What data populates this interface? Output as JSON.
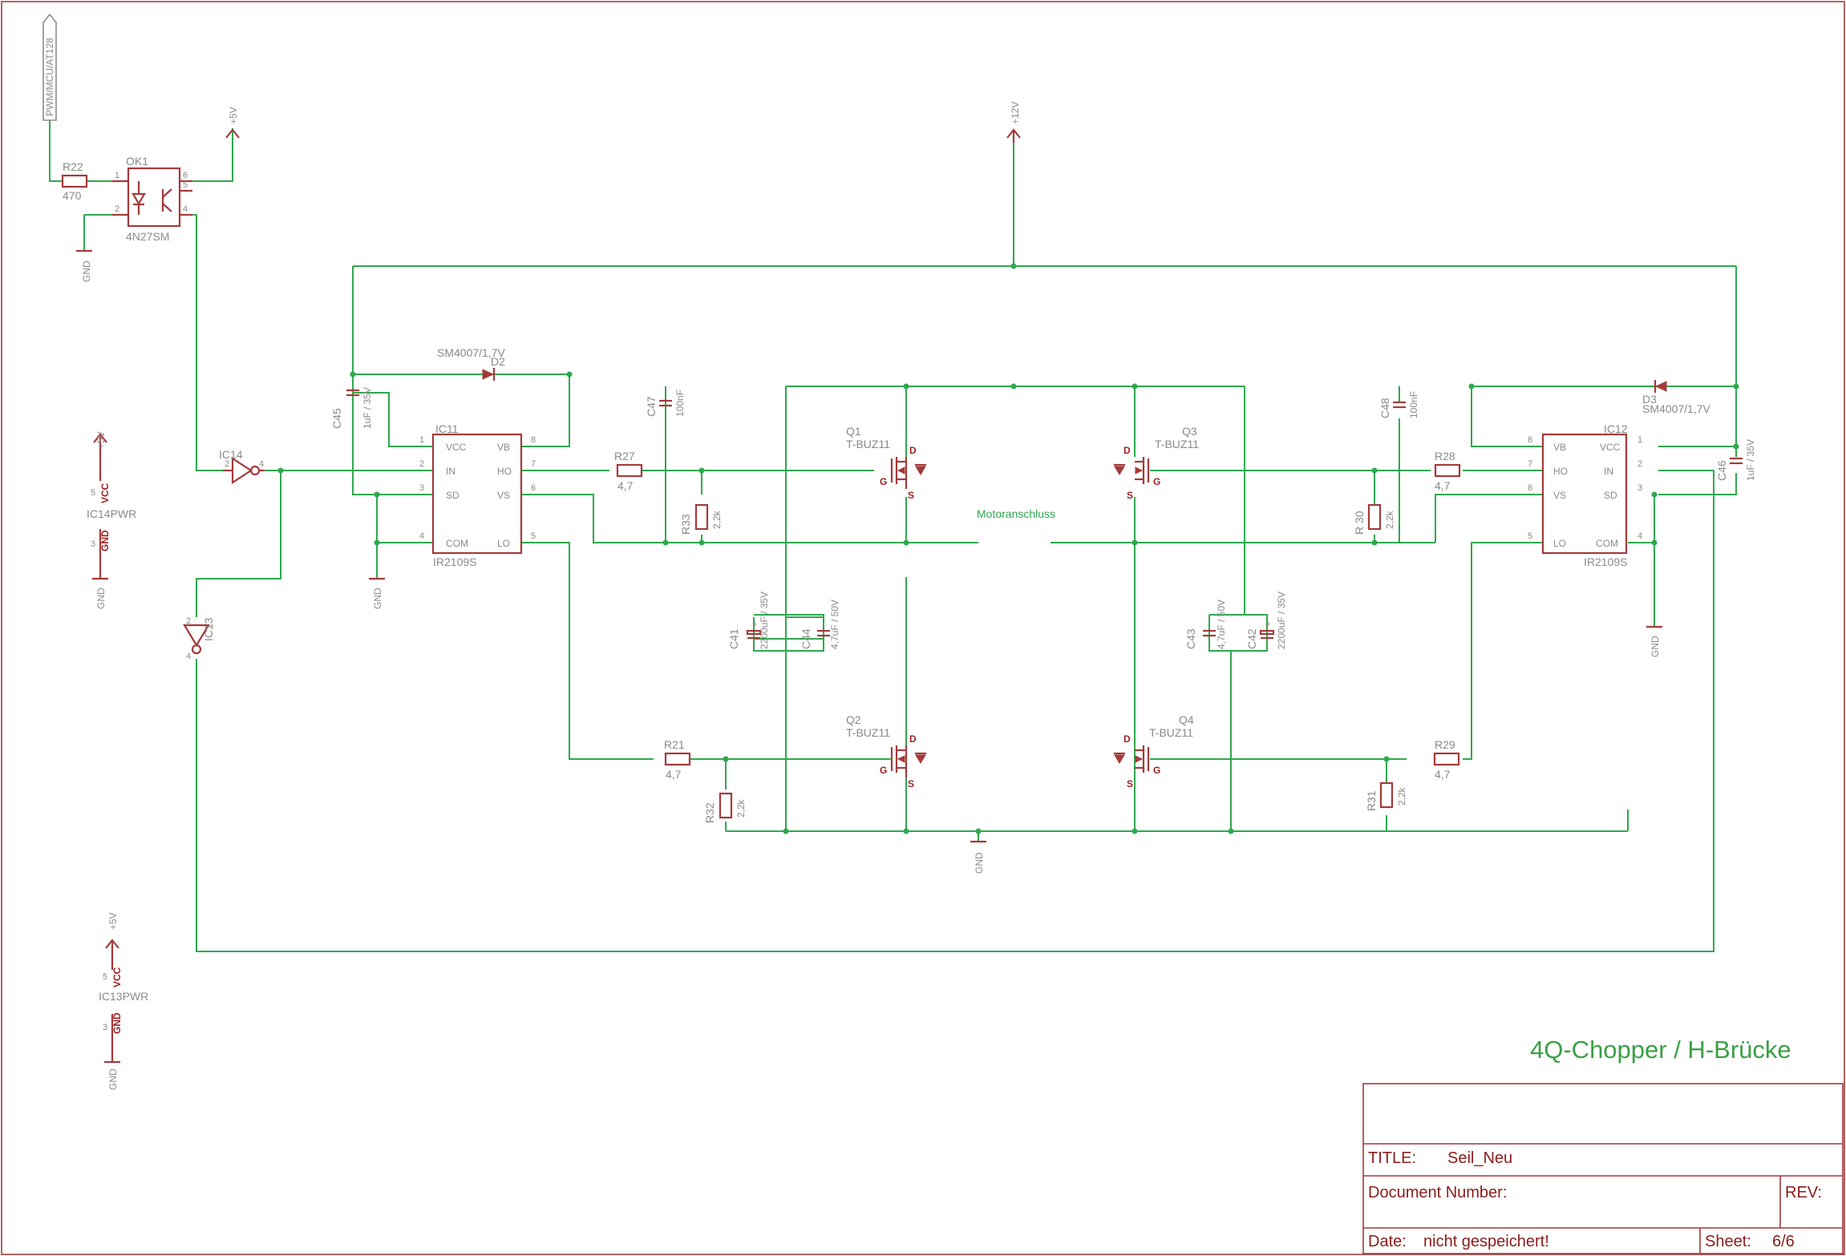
{
  "drawing_title": "4Q-Chopper / H-Brücke",
  "net_label": "Motoranschluss",
  "title_block": {
    "title_label": "TITLE:",
    "title_value": "Seil_Neu",
    "docnum_label": "Document Number:",
    "rev_label": "REV:",
    "date_label": "Date:",
    "date_value": "nicht gespeichert!",
    "sheet_label": "Sheet:",
    "sheet_value": "6/6"
  },
  "supplies": {
    "p12v": "+12V",
    "p5v": "+5V",
    "gnd": "GND",
    "vcc": "VCC",
    "pwm": "PWM/MCU/AT128"
  },
  "components": {
    "r22": {
      "name": "R22",
      "value": "470"
    },
    "ok1": {
      "name": "OK1",
      "value": "4N27SM"
    },
    "ic14": {
      "name": "IC14"
    },
    "ic13": {
      "name": "IC13"
    },
    "ic14pwr": {
      "name": "IC14PWR"
    },
    "ic13pwr": {
      "name": "IC13PWR"
    },
    "ic11": {
      "name": "IC11",
      "value": "IR2109S"
    },
    "ic12": {
      "name": "IC12",
      "value": "IR2109S"
    },
    "d2": {
      "name": "D2",
      "value": "SM4007/1,7V"
    },
    "d3": {
      "name": "D3",
      "value": "SM4007/1,7V"
    },
    "c45": {
      "name": "C45",
      "value": "1uF / 35V"
    },
    "c46": {
      "name": "C46",
      "value": "1uF / 35V"
    },
    "c47": {
      "name": "C47",
      "value": "100nF"
    },
    "c48": {
      "name": "C48",
      "value": "100nF"
    },
    "c41": {
      "name": "C41",
      "value": "2200uF / 35V"
    },
    "c44": {
      "name": "C44",
      "value": "4,7uF / 50V"
    },
    "c43": {
      "name": "C43",
      "value": "4,7uF / 50V"
    },
    "c42": {
      "name": "C42",
      "value": "2200uF / 35V"
    },
    "r27": {
      "name": "R27",
      "value": "4,7"
    },
    "r28": {
      "name": "R28",
      "value": "4,7"
    },
    "r21": {
      "name": "R21",
      "value": "4,7"
    },
    "r29": {
      "name": "R29",
      "value": "4,7"
    },
    "r33": {
      "name": "R33",
      "value": "2,2k"
    },
    "r30": {
      "name": "R 30",
      "value": "2,2k"
    },
    "r32": {
      "name": "R32",
      "value": "2,2k"
    },
    "r31": {
      "name": "R31",
      "value": "2,2k"
    },
    "q1": {
      "name": "Q1",
      "value": "T-BUZ11"
    },
    "q2": {
      "name": "Q2",
      "value": "T-BUZ11"
    },
    "q3": {
      "name": "Q3",
      "value": "T-BUZ11"
    },
    "q4": {
      "name": "Q4",
      "value": "T-BUZ11"
    }
  },
  "ic_pins": {
    "vcc": "VCC",
    "in": "IN",
    "sd": "SD",
    "com": "COM",
    "vb": "VB",
    "ho": "HO",
    "vs": "VS",
    "lo": "LO"
  },
  "fet_pins": {
    "g": "G",
    "d": "D",
    "s": "S"
  }
}
